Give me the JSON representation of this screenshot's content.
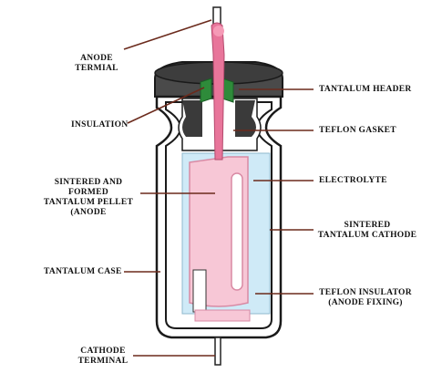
{
  "labels": {
    "anode_terminal": [
      "ANODE",
      "TERMIAL"
    ],
    "insulation": "INSULATION",
    "sintered_pellet": [
      "SINTERED AND",
      "FORMED",
      "TANTALUM PELLET",
      "(ANODE"
    ],
    "tantalum_case": "TANTALUM CASE",
    "cathode_terminal": [
      "CATHODE",
      "TERMINAL"
    ],
    "tantalum_header": "TANTALUM HEADER",
    "teflon_gasket": "TEFLON GASKET",
    "electrolyte": "ELECTROLYTE",
    "sintered_cathode": [
      "SINTERED",
      "TANTALUM CATHODE"
    ],
    "teflon_insulator": [
      "TEFLON INSULATOR",
      "(ANODE FIXING)"
    ]
  },
  "colors": {
    "leader_line": "#6b2a1c",
    "header_fill": "#4a4a4a",
    "case_outline": "#1a1a1a",
    "insulation_green": "#2e8b3a",
    "pellet_pink": "#f7c7d6",
    "anode_rod_pink": "#e8759a",
    "electrolyte_blue": "#cfeaf7",
    "gasket_white": "#ffffff"
  }
}
